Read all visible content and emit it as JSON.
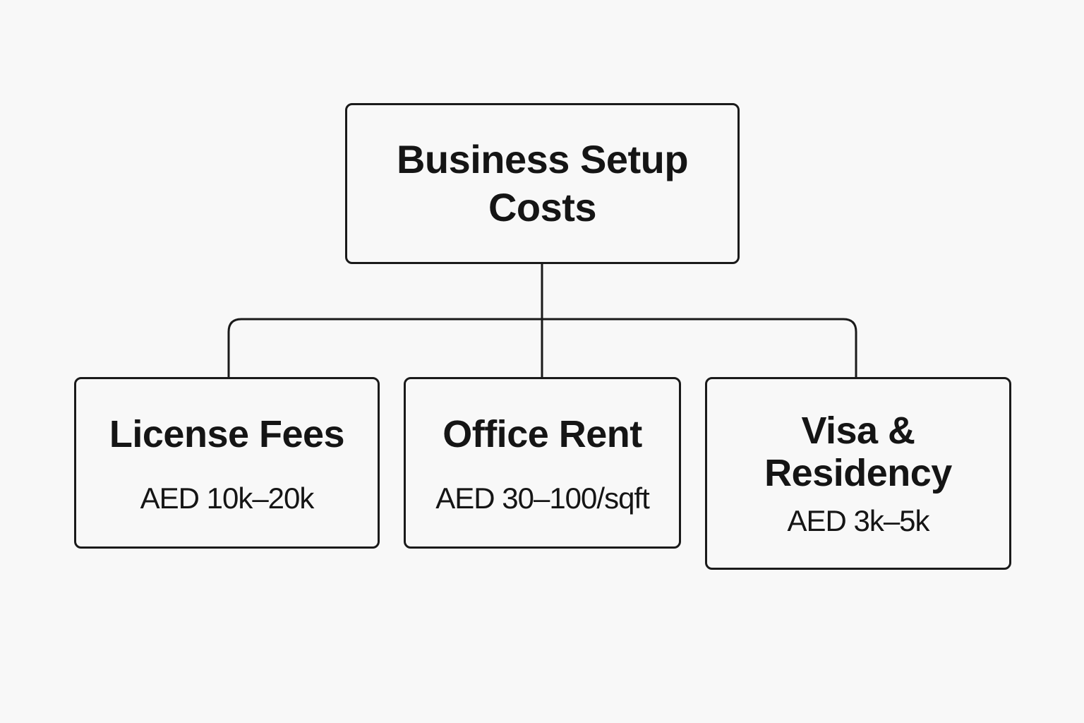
{
  "diagram": {
    "root": {
      "title_line1": "Business Setup",
      "title_line2": "Costs"
    },
    "children": [
      {
        "title_line1": "License Fees",
        "title_line2": "",
        "value": "AED 10k–20k"
      },
      {
        "title_line1": "Office Rent",
        "title_line2": "",
        "value": "AED 30–100/sqft"
      },
      {
        "title_line1": "Visa &",
        "title_line2": "Residency",
        "value": "AED 3k–5k"
      }
    ]
  }
}
